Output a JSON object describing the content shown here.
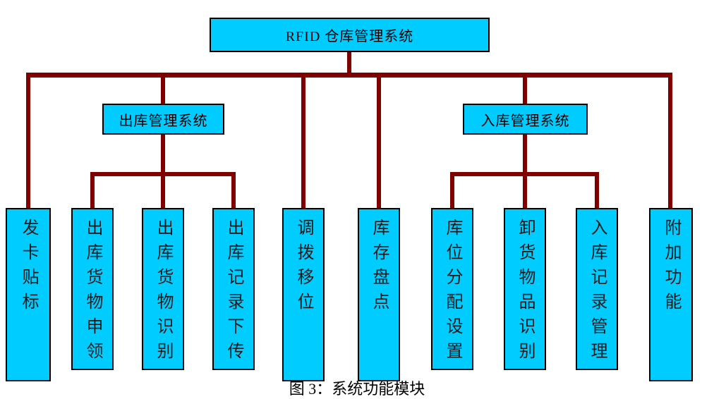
{
  "colors": {
    "box_fill": "#00CCFF",
    "box_border": "#000000",
    "connector": "#800000"
  },
  "root": {
    "label": "RFID 仓库管理系统"
  },
  "branches": {
    "outbound": {
      "label": "出库管理系统"
    },
    "inbound": {
      "label": "入库管理系统"
    }
  },
  "leaves": [
    {
      "label": "发卡贴标"
    },
    {
      "label": "出库货物申领"
    },
    {
      "label": "出库货物识别"
    },
    {
      "label": "出库记录下传"
    },
    {
      "label": "调拨移位"
    },
    {
      "label": "库存盘点"
    },
    {
      "label": "库位分配设置"
    },
    {
      "label": "卸货物品识别"
    },
    {
      "label": "入库记录管理"
    },
    {
      "label": "附加功能"
    }
  ],
  "caption": "图 3：系统功能模块"
}
